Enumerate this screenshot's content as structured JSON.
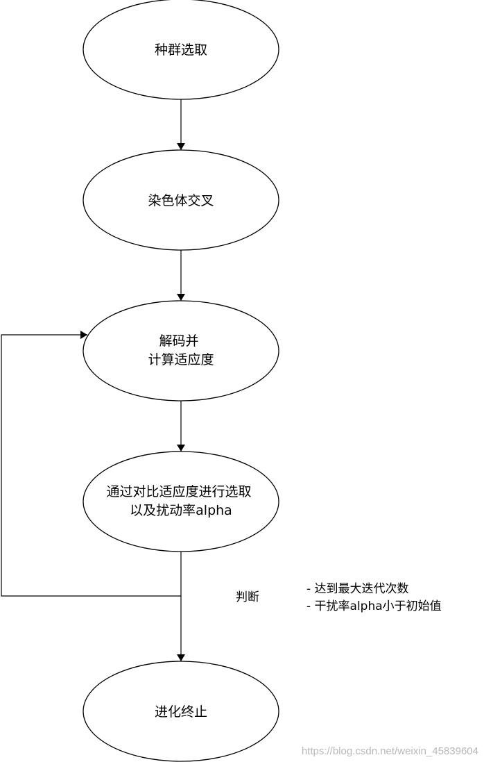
{
  "nodes": [
    {
      "id": "population-selection",
      "lines": [
        "种群选取"
      ]
    },
    {
      "id": "chromosome-crossover",
      "lines": [
        "染色体交叉"
      ]
    },
    {
      "id": "decode-fitness",
      "lines": [
        "解码并",
        "计算适应度"
      ]
    },
    {
      "id": "select-perturb",
      "lines": [
        "通过对比适应度进行选取",
        "以及扰动率alpha"
      ]
    },
    {
      "id": "evolution-end",
      "lines": [
        "进化终止"
      ]
    }
  ],
  "decision": {
    "label": "判断"
  },
  "conditions": [
    "- 达到最大迭代次数",
    "- 干扰率alpha小于初始值"
  ],
  "watermark": "https://blog.csdn.net/weixin_45839604",
  "colors": {
    "stroke": "#000000",
    "fill": "#ffffff",
    "watermark": "#b8b8b8"
  }
}
